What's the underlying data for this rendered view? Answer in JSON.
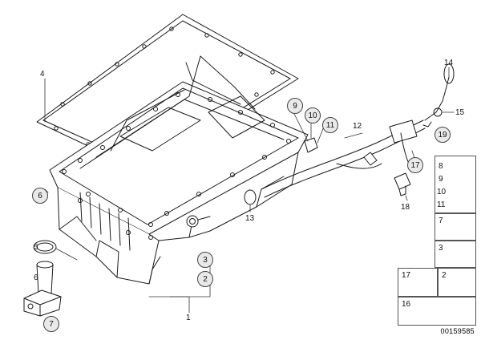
{
  "diagram": {
    "doc_number": "00159585",
    "callouts": {
      "c1": "1",
      "c2": "2",
      "c3": "3",
      "c4": "4",
      "c5": "5",
      "c6": "6",
      "c7": "7",
      "c8": "8",
      "c9": "9",
      "c10": "10",
      "c11": "11",
      "c12": "12",
      "c13": "13",
      "c14": "14",
      "c15": "15",
      "c16": "16",
      "c17": "17",
      "c18": "18",
      "c19": "19"
    },
    "parts_table": {
      "r1_a": "8",
      "r1_b": "9",
      "r1_c": "10",
      "r1_d": "11",
      "r2": "7",
      "r3": "3",
      "r4_left": "17",
      "r4_right": "2",
      "r5": "16"
    }
  }
}
